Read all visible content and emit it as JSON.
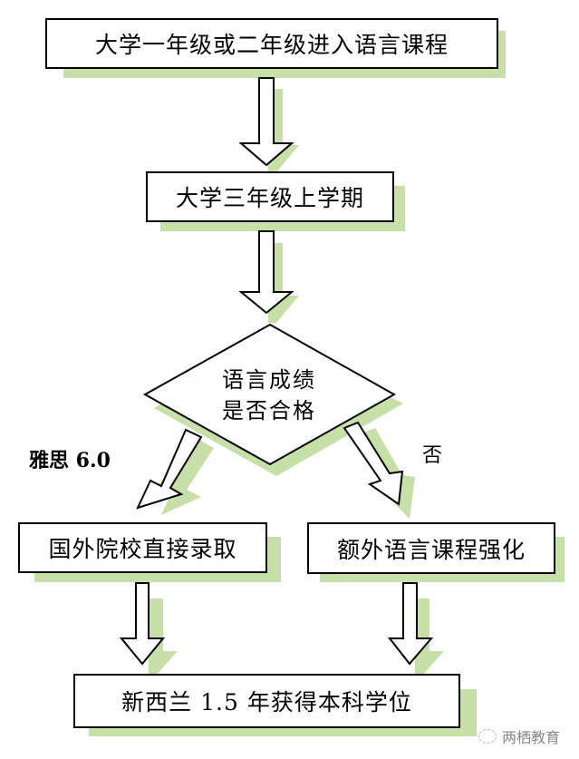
{
  "flowchart": {
    "nodes": {
      "start": "大学一年级或二年级进入语言课程",
      "third_year": "大学三年级上学期",
      "decision_line1": "语言成绩",
      "decision_line2": "是否合格",
      "direct_admission": "国外院校直接录取",
      "extra_language": "额外语言课程强化",
      "degree": "新西兰 1.5 年获得本科学位"
    },
    "edge_labels": {
      "yes": "雅思 6.0",
      "no": "否"
    }
  },
  "colors": {
    "shadow": "#c6e0a8",
    "border": "#000000"
  },
  "watermark": {
    "text": "两栖教育"
  }
}
